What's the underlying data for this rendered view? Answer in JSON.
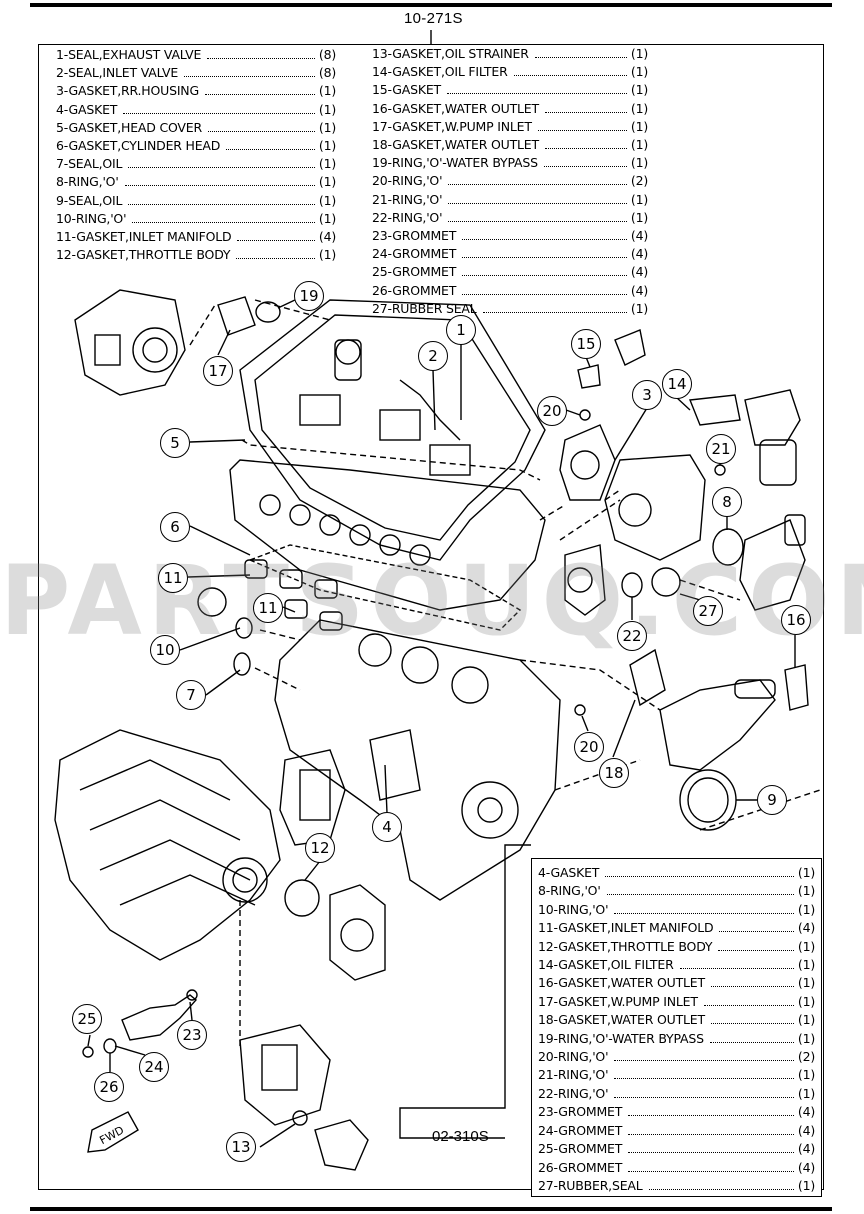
{
  "header_code": "10-271S",
  "kit_code": "02-310S",
  "fwd_label": "FWD",
  "watermark": "PARTSOUQ.COM",
  "parts_col1": [
    {
      "name": "1-SEAL,EXHAUST VALVE",
      "qty": "(8)"
    },
    {
      "name": "2-SEAL,INLET VALVE",
      "qty": "(8)"
    },
    {
      "name": "3-GASKET,RR.HOUSING",
      "qty": "(1)"
    },
    {
      "name": "4-GASKET",
      "qty": "(1)"
    },
    {
      "name": "5-GASKET,HEAD COVER",
      "qty": "(1)"
    },
    {
      "name": "6-GASKET,CYLINDER HEAD",
      "qty": "(1)"
    },
    {
      "name": "7-SEAL,OIL",
      "qty": "(1)"
    },
    {
      "name": "8-RING,'O'",
      "qty": "(1)"
    },
    {
      "name": "9-SEAL,OIL",
      "qty": "(1)"
    },
    {
      "name": "10-RING,'O'",
      "qty": "(1)"
    },
    {
      "name": "11-GASKET,INLET MANIFOLD",
      "qty": "(4)"
    },
    {
      "name": "12-GASKET,THROTTLE BODY",
      "qty": "(1)"
    }
  ],
  "parts_col2": [
    {
      "name": "13-GASKET,OIL STRAINER",
      "qty": "(1)"
    },
    {
      "name": "14-GASKET,OIL   FILTER",
      "qty": "(1)"
    },
    {
      "name": "15-GASKET",
      "qty": "(1)"
    },
    {
      "name": "16-GASKET,WATER OUTLET",
      "qty": "(1)"
    },
    {
      "name": "17-GASKET,W.PUMP INLET",
      "qty": "(1)"
    },
    {
      "name": "18-GASKET,WATER OUTLET",
      "qty": "(1)"
    },
    {
      "name": "19-RING,'O'-WATER BYPASS",
      "qty": "(1)"
    },
    {
      "name": "20-RING,'O'",
      "qty": "(2)"
    },
    {
      "name": "21-RING,'O'",
      "qty": "(1)"
    },
    {
      "name": "22-RING,'O'",
      "qty": "(1)"
    },
    {
      "name": "23-GROMMET",
      "qty": "(4)"
    },
    {
      "name": "24-GROMMET",
      "qty": "(4)"
    },
    {
      "name": "25-GROMMET",
      "qty": "(4)"
    },
    {
      "name": "26-GROMMET",
      "qty": "(4)"
    },
    {
      "name": "27-RUBBER SEAL",
      "qty": "(1)"
    }
  ],
  "kit_parts": [
    {
      "name": "4-GASKET",
      "qty": "(1)"
    },
    {
      "name": "8-RING,'O'",
      "qty": "(1)"
    },
    {
      "name": "10-RING,'O'",
      "qty": "(1)"
    },
    {
      "name": "11-GASKET,INLET MANIFOLD",
      "qty": "(4)"
    },
    {
      "name": "12-GASKET,THROTTLE BODY",
      "qty": "(1)"
    },
    {
      "name": "14-GASKET,OIL   FILTER",
      "qty": "(1)"
    },
    {
      "name": "16-GASKET,WATER OUTLET",
      "qty": "(1)"
    },
    {
      "name": "17-GASKET,W.PUMP INLET",
      "qty": "(1)"
    },
    {
      "name": "18-GASKET,WATER OUTLET",
      "qty": "(1)"
    },
    {
      "name": "19-RING,'O'-WATER BYPASS",
      "qty": "(1)"
    },
    {
      "name": "20-RING,'O'",
      "qty": "(2)"
    },
    {
      "name": "21-RING,'O'",
      "qty": "(1)"
    },
    {
      "name": "22-RING,'O'",
      "qty": "(1)"
    },
    {
      "name": "23-GROMMET",
      "qty": "(4)"
    },
    {
      "name": "24-GROMMET",
      "qty": "(4)"
    },
    {
      "name": "25-GROMMET",
      "qty": "(4)"
    },
    {
      "name": "26-GROMMET",
      "qty": "(4)"
    },
    {
      "name": "27-RUBBER,SEAL",
      "qty": "(1)"
    }
  ],
  "callouts": [
    "1",
    "2",
    "3",
    "4",
    "5",
    "6",
    "7",
    "8",
    "9",
    "10",
    "11",
    "11",
    "12",
    "13",
    "14",
    "15",
    "16",
    "17",
    "18",
    "19",
    "20",
    "20",
    "21",
    "22",
    "23",
    "24",
    "25",
    "26",
    "27"
  ]
}
